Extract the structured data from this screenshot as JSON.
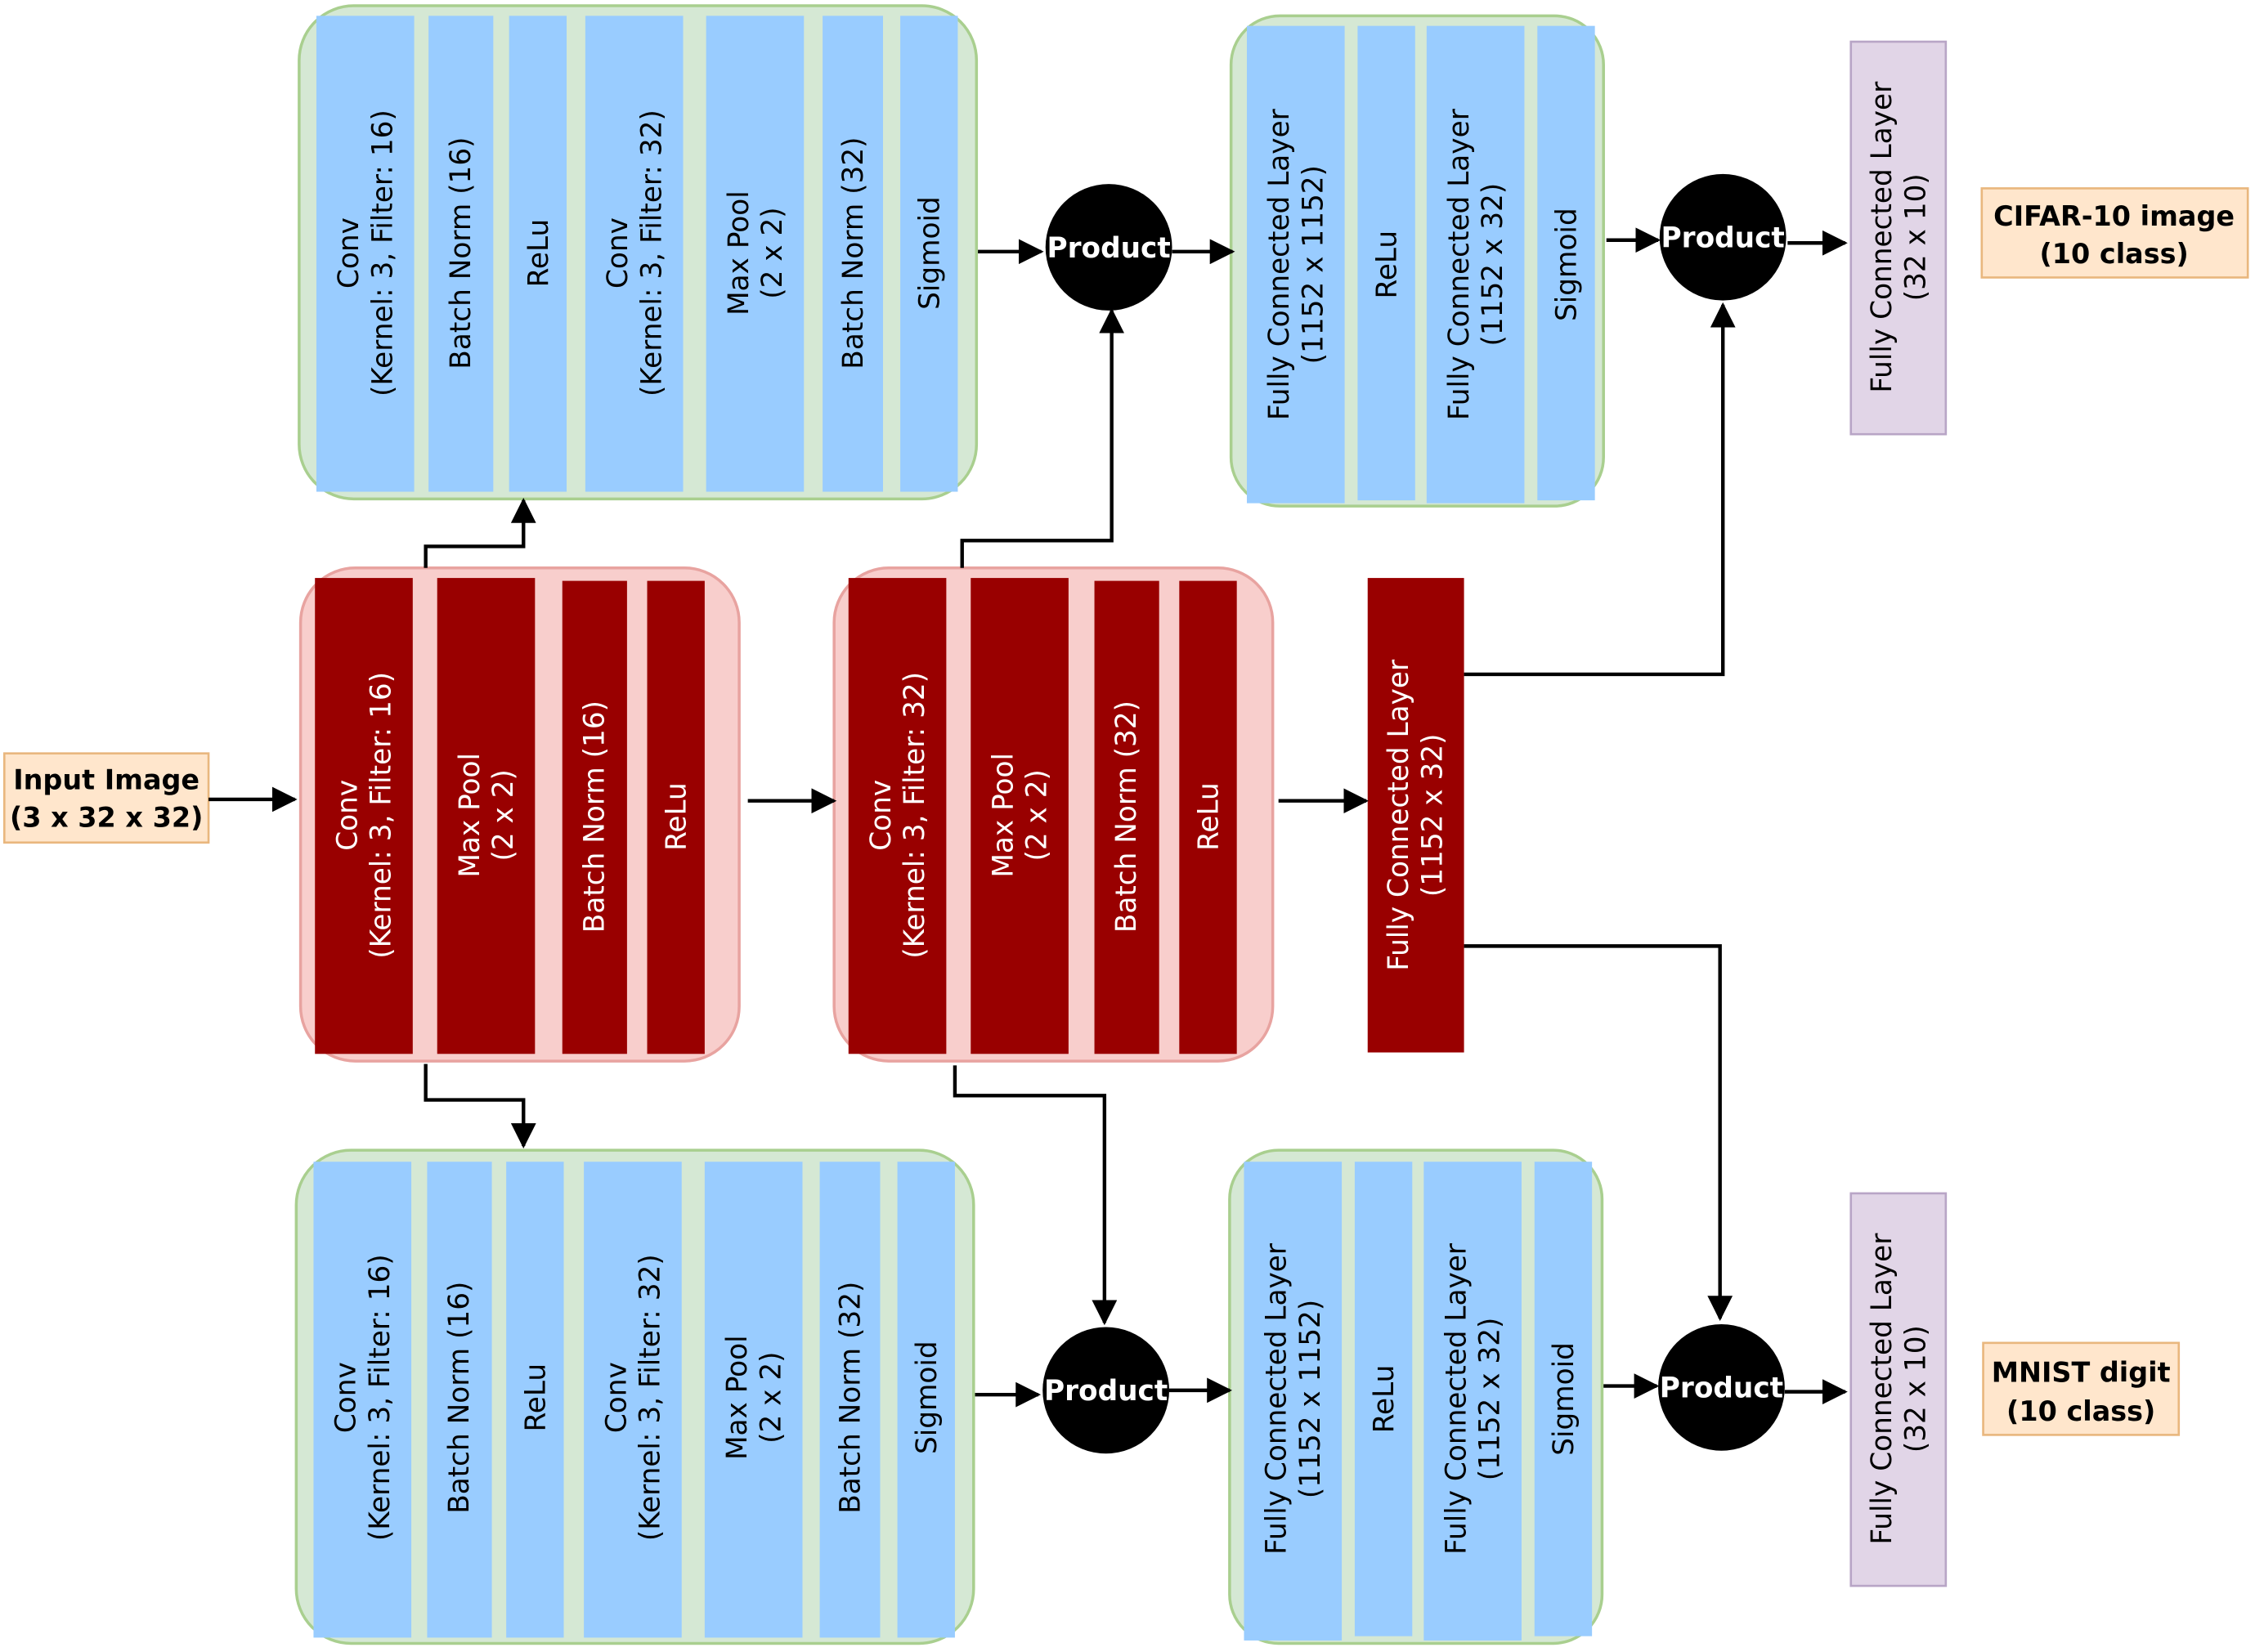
{
  "colors": {
    "green_container_fill": "#d5e8d4",
    "green_container_stroke": "#a9cf8f",
    "blue_layer_fill": "#99ccff",
    "red_container_fill": "#f8cecc",
    "red_container_stroke": "#e8a3a0",
    "red_layer_fill": "#990000",
    "io_fill": "#ffe6cc",
    "io_stroke": "#e9b77e",
    "output_fc_fill": "#e1d5e7",
    "output_fc_stroke": "#b8a5c6",
    "product_node_fill": "#000000",
    "arrow_color": "#000000"
  },
  "input": {
    "line1": "Input Image",
    "line2": "(3 x 32 x 32)"
  },
  "shared_block_1": {
    "layers": [
      {
        "line1": "Conv",
        "line2": "(Kernel: 3, Filter: 16)"
      },
      {
        "line1": "Max Pool",
        "line2": "(2 x 2)"
      },
      {
        "line1": "Batch Norm (16)",
        "line2": ""
      },
      {
        "line1": "ReLu",
        "line2": ""
      }
    ]
  },
  "shared_block_2": {
    "layers": [
      {
        "line1": "Conv",
        "line2": "(Kernel: 3, Filter: 32)"
      },
      {
        "line1": "Max Pool",
        "line2": "(2 x 2)"
      },
      {
        "line1": "Batch Norm (32)",
        "line2": ""
      },
      {
        "line1": "ReLu",
        "line2": ""
      }
    ]
  },
  "shared_fc": {
    "line1": "Fully Connected Layer",
    "line2": "(1152 x 32)"
  },
  "attention_top": {
    "layers": [
      {
        "line1": "Conv",
        "line2": "(Kernel: 3, Filter: 16)"
      },
      {
        "line1": "Batch Norm (16)",
        "line2": ""
      },
      {
        "line1": "ReLu",
        "line2": ""
      },
      {
        "line1": "Conv",
        "line2": "(Kernel: 3, Filter: 32)"
      },
      {
        "line1": "Max Pool",
        "line2": "(2 x 2)"
      },
      {
        "line1": "Batch Norm (32)",
        "line2": ""
      },
      {
        "line1": "Sigmoid",
        "line2": ""
      }
    ]
  },
  "attention_bottom": {
    "layers": [
      {
        "line1": "Conv",
        "line2": "(Kernel: 3, Filter: 16)"
      },
      {
        "line1": "Batch Norm (16)",
        "line2": ""
      },
      {
        "line1": "ReLu",
        "line2": ""
      },
      {
        "line1": "Conv",
        "line2": "(Kernel: 3, Filter: 32)"
      },
      {
        "line1": "Max Pool",
        "line2": "(2 x 2)"
      },
      {
        "line1": "Batch Norm (32)",
        "line2": ""
      },
      {
        "line1": "Sigmoid",
        "line2": ""
      }
    ]
  },
  "fc_top": {
    "layers": [
      {
        "line1": "Fully Connected Layer",
        "line2": "(1152 x 1152)"
      },
      {
        "line1": "ReLu",
        "line2": ""
      },
      {
        "line1": "Fully Connected Layer",
        "line2": "(1152 x 32)"
      },
      {
        "line1": "Sigmoid",
        "line2": ""
      }
    ]
  },
  "fc_bottom": {
    "layers": [
      {
        "line1": "Fully Connected Layer",
        "line2": "(1152 x 1152)"
      },
      {
        "line1": "ReLu",
        "line2": ""
      },
      {
        "line1": "Fully Connected Layer",
        "line2": "(1152 x 32)"
      },
      {
        "line1": "Sigmoid",
        "line2": ""
      }
    ]
  },
  "product_label": "Product",
  "output_fc_top": {
    "line1": "Fully Connected Layer",
    "line2": "(32 x 10)"
  },
  "output_fc_bottom": {
    "line1": "Fully Connected Layer",
    "line2": "(32 x 10)"
  },
  "output_top": {
    "line1": "CIFAR-10 image",
    "line2": "(10 class)"
  },
  "output_bottom": {
    "line1": "MNIST digit",
    "line2": "(10 class)"
  }
}
